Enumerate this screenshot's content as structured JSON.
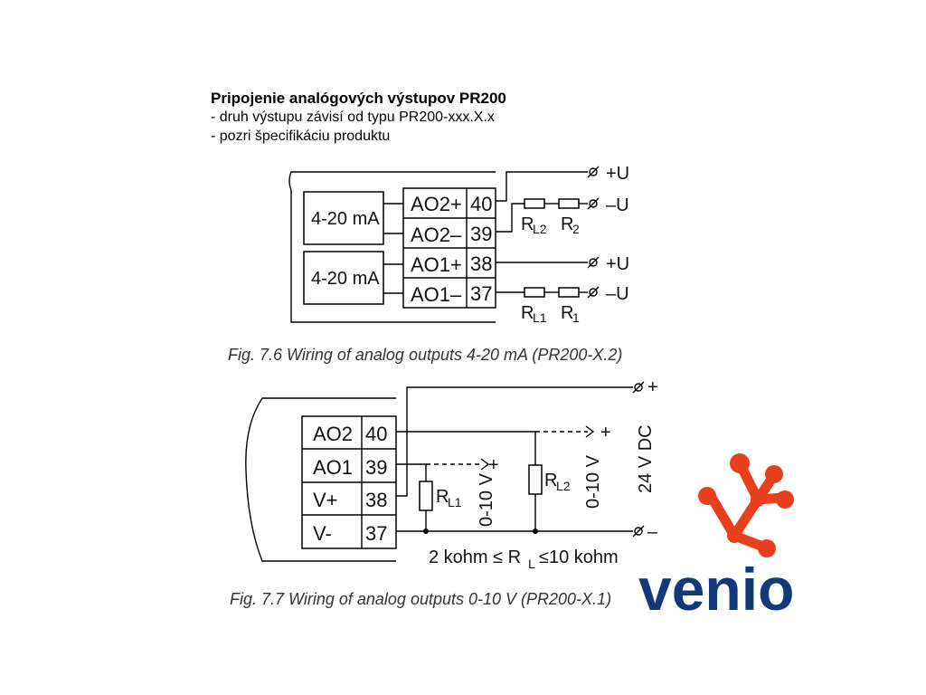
{
  "header": {
    "title": "Pripojenie analógových výstupov PR200",
    "line1": "- druh výstupu závisí od typu PR200-xxx.X.x",
    "line2": "- pozri špecifikáciu produktu"
  },
  "fig76": {
    "caption": "Fig. 7.6   Wiring of analog outputs 4-20 mA (PR200-X.2)",
    "module1_label": "4-20 mA",
    "module2_label": "4-20 mA",
    "terminals": [
      {
        "name": "AO2+",
        "num": "40"
      },
      {
        "name": "AO2–",
        "num": "39"
      },
      {
        "name": "AO1+",
        "num": "38"
      },
      {
        "name": "AO1–",
        "num": "37"
      }
    ],
    "plus_u": "+U",
    "minus_u": "–U",
    "rl2_main": "R",
    "rl2_sub": "L2",
    "r2_main": "R",
    "r2_sub": "2",
    "rl1_main": "R",
    "rl1_sub": "L1",
    "r1_main": "R",
    "r1_sub": "1"
  },
  "fig77": {
    "caption": "Fig. 7.7   Wiring of analog outputs 0-10 V (PR200-X.1)",
    "terminals": [
      {
        "name": "AO2",
        "num": "40"
      },
      {
        "name": "AO1",
        "num": "39"
      },
      {
        "name": "V+",
        "num": "38"
      },
      {
        "name": "V-",
        "num": "37"
      }
    ],
    "plus": "+",
    "minus": "–",
    "rl1_main": "R",
    "rl1_sub": "L1",
    "rl2_main": "R",
    "rl2_sub": "L2",
    "v1_label": "0-10 V",
    "v2_label": "0-10 V",
    "supply_label": "24 V DC",
    "range_text_a": "2 kohm ≤ R",
    "range_text_sub": "L",
    "range_text_b": "≤10 kohm"
  },
  "logo": {
    "text": "venio",
    "text_color": "#123a7a",
    "accent_color": "#e8401c"
  }
}
